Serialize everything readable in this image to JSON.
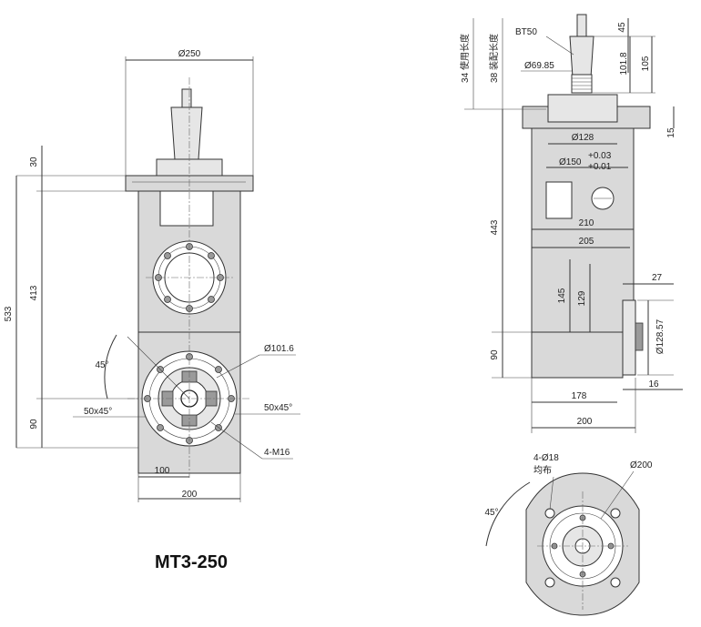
{
  "title": "MT3-250",
  "left_view": {
    "dims": {
      "d250": "Ø250",
      "d30": "30",
      "d533": "533",
      "d413": "413",
      "d90": "90",
      "d45deg": "45°",
      "d101_6": "Ø101.6",
      "c50x45_left": "50x45°",
      "c50x45_right": "50x45°",
      "m16": "4-M16",
      "d100": "100",
      "d200": "200"
    }
  },
  "right_view": {
    "dims": {
      "bt50": "BT50",
      "d69_85": "Ø69.85",
      "use_length": "34 使用长度",
      "fit_length": "38 装配长度",
      "d45": "45",
      "d101_8": "101.8",
      "d105": "105",
      "d15": "15",
      "d128": "Ø128",
      "d150": "Ø150",
      "tol_plus": "+0.03",
      "tol_minus": "+0.01",
      "d443": "443",
      "d210": "210",
      "d205": "205",
      "d27": "27",
      "d145": "145",
      "d129": "129",
      "d128_57": "Ø128.57",
      "d90": "90",
      "d178": "178",
      "d16": "16",
      "d200": "200"
    }
  },
  "bottom_view": {
    "dims": {
      "holes": "4-Ø18",
      "even": "均布",
      "d200": "Ø200",
      "d45deg": "45°"
    }
  }
}
